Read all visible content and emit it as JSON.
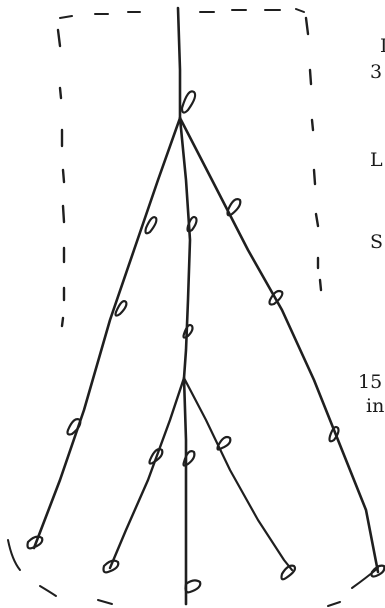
{
  "diagram": {
    "labels": {
      "top_line1": "I",
      "top_line2": "3",
      "l_label": "L",
      "s_label": "S",
      "bottom_line1": "15",
      "bottom_line2": "in"
    }
  }
}
